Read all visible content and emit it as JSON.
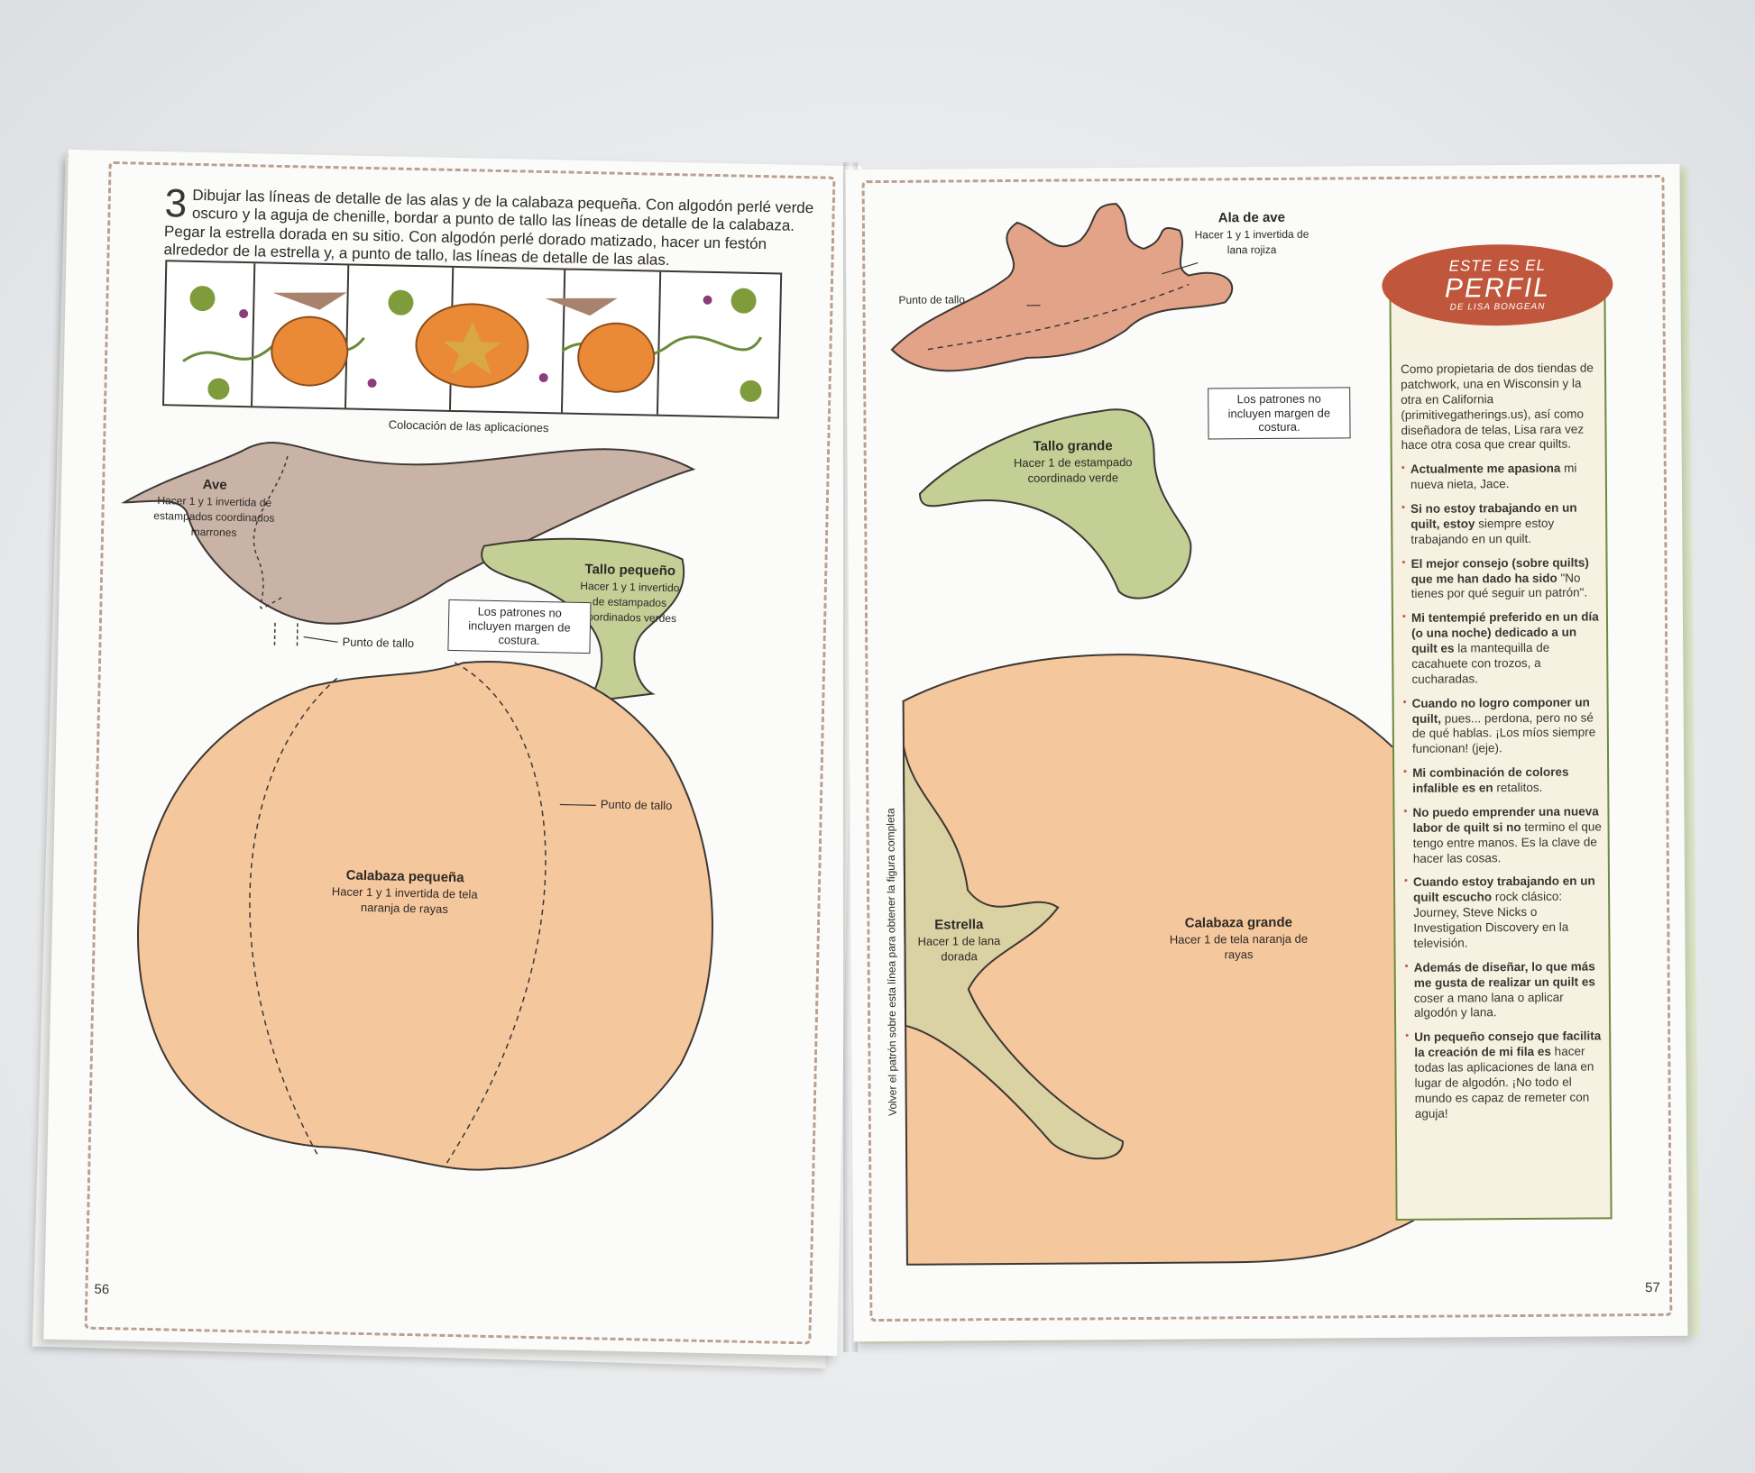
{
  "left_page": {
    "step_number": "3",
    "instructions": "Dibujar las líneas de detalle de las alas y de la calabaza pequeña. Con algodón perlé verde oscuro y la aguja de chenille, bordar a punto de tallo las líneas de detalle de la calabaza. Pegar la estrella dorada en su sitio. Con algodón perlé dorado matizado, hacer un festón alrededor de la estrella y, a punto de tallo, las líneas de detalle de las alas.",
    "placement_caption": "Colocación de las aplicaciones",
    "bird": {
      "title": "Ave",
      "text": "Hacer 1 y 1 invertida de estampados coordinados marrones"
    },
    "small_stem": {
      "title": "Tallo pequeño",
      "text": "Hacer 1 y 1 invertido de estampados coordinados verdes"
    },
    "note": "Los patrones no incluyen margen de costura.",
    "stem_stitch_1": "Punto de tallo",
    "stem_stitch_2": "Punto de tallo",
    "small_pumpkin": {
      "title": "Calabaza pequeña",
      "text": "Hacer 1 y 1 invertida de tela naranja de rayas"
    },
    "page_number": "56"
  },
  "right_page": {
    "wing": {
      "title": "Ala de ave",
      "text": "Hacer 1 y 1 invertida de lana rojiza"
    },
    "stem_stitch": "Punto de tallo",
    "note": "Los patrones no incluyen margen de costura.",
    "large_stem": {
      "title": "Tallo grande",
      "text": "Hacer 1 de estampado coordinado verde"
    },
    "fold_text": "Volver el patrón sobre esta línea para obtener la figura completa",
    "star": {
      "title": "Estrella",
      "text": "Hacer 1 de lana dorada"
    },
    "large_pumpkin": {
      "title": "Calabaza grande",
      "text": "Hacer 1 de tela naranja de rayas"
    },
    "page_number": "57"
  },
  "profile": {
    "header_1": "ESTE ES EL",
    "header_2": "PERFIL",
    "header_3": "DE LISA BONGEAN",
    "intro": "Como propietaria de dos tiendas de patchwork, una en Wisconsin y la otra en California (primitivegatherings.us), así como diseñadora de telas, Lisa rara vez hace otra cosa que crear quilts.",
    "items": [
      {
        "bold": "Actualmente me apasiona",
        "text": " mi nueva nieta, Jace."
      },
      {
        "bold": "Si no estoy trabajando en un quilt, estoy",
        "text": " siempre estoy trabajando en un quilt."
      },
      {
        "bold": "El mejor consejo (sobre quilts) que me han dado ha sido",
        "text": " \"No tienes por qué seguir un patrón\"."
      },
      {
        "bold": "Mi tentempié preferido en un día (o una noche) dedicado a un quilt es",
        "text": " la mantequilla de cacahuete con trozos, a cucharadas."
      },
      {
        "bold": "Cuando no logro componer un quilt,",
        "text": " pues... perdona, pero no sé de qué hablas. ¡Los míos siempre funcionan! (jeje)."
      },
      {
        "bold": "Mi combinación de colores infalible es en",
        "text": " retalitos."
      },
      {
        "bold": "No puedo emprender una nueva labor de quilt si no",
        "text": " termino el que tengo entre manos. Es la clave de hacer las cosas."
      },
      {
        "bold": "Cuando estoy trabajando en un quilt escucho",
        "text": " rock clásico: Journey, Steve Nicks o Investigation Discovery en la televisión."
      },
      {
        "bold": "Además de diseñar, lo que más me gusta de realizar un quilt es",
        "text": " coser a mano lana o aplicar algodón y lana."
      },
      {
        "bold": "Un pequeño consejo que facilita la creación de mi fila es",
        "text": " hacer todas las aplicaciones de lana en lugar de algodón. ¡No todo el mundo es capaz de remeter con aguja!"
      }
    ]
  },
  "colors": {
    "pumpkin": "#f5c79d",
    "stem_green": "#c3cf95",
    "bird_brown": "#c9b3a6",
    "wing_rust": "#e2a389",
    "profile_red": "#c0563b",
    "profile_green": "#6d8a3d"
  }
}
